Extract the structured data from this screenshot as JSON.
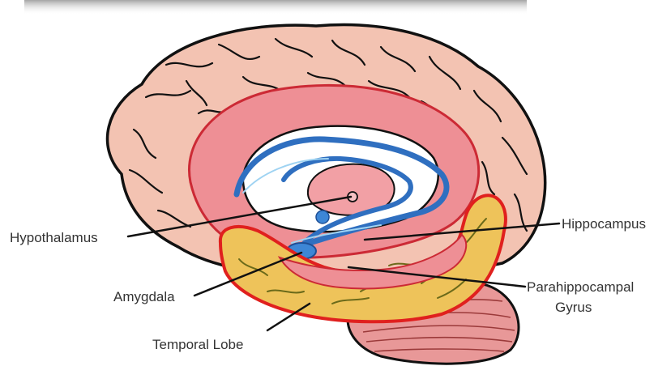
{
  "diagram": {
    "labels": {
      "hypothalamus": "Hypothalamus",
      "hippocampus": "Hippocampus",
      "amygdala": "Amygdala",
      "parahippocampal_line1": "Parahippocampal",
      "parahippocampal_line2": "Gyrus",
      "temporal_lobe": "Temporal Lobe"
    },
    "colors": {
      "cortex": "#f3c3b2",
      "limbic_ring": "#ee8f95",
      "hippocampus": "#2f6fc0",
      "temporal_lobe": "#eec35a",
      "temporal_outline": "#e0201e",
      "cerebellum": "#e89898",
      "outline": "#111111"
    }
  }
}
